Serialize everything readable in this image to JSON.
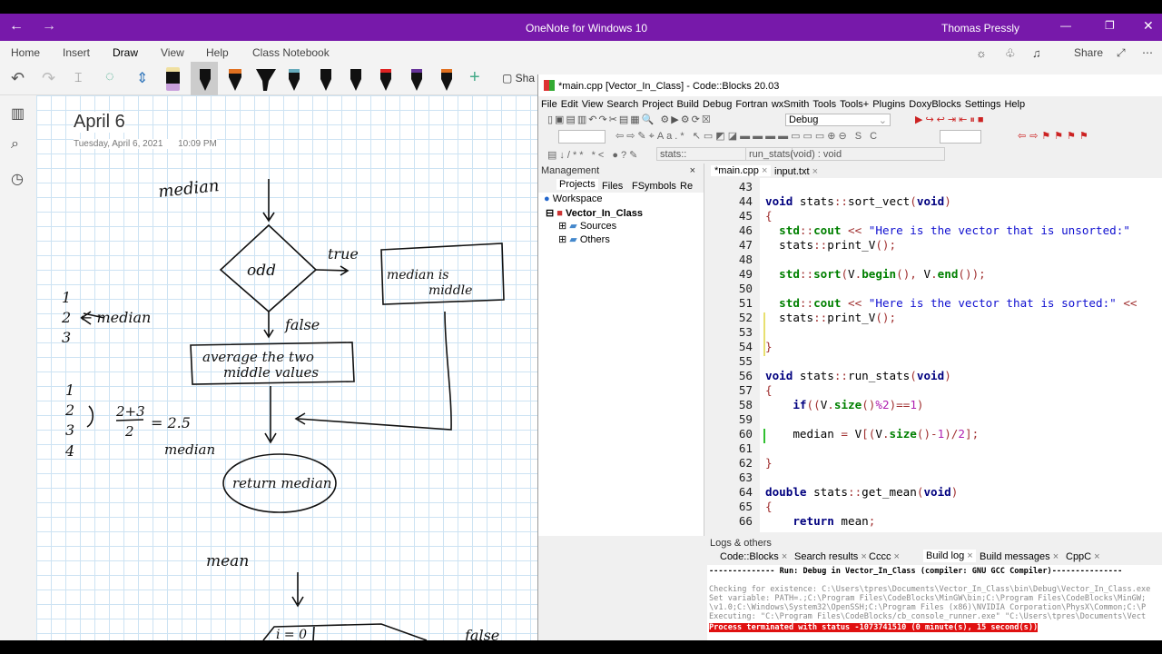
{
  "onenote": {
    "title": "OneNote for Windows 10",
    "user": "Thomas Pressly",
    "share_label": "Share",
    "tabs": [
      "Home",
      "Insert",
      "Draw",
      "View",
      "Help",
      "Class Notebook"
    ],
    "active_tab": "Draw",
    "shapes_label": "Sha",
    "note": {
      "title": "April 6",
      "date": "Tuesday, April 6, 2021",
      "time": "10:09 PM",
      "ink": {
        "median_top": "median",
        "odd": "odd",
        "true": "true",
        "median_is": "median is",
        "middle": "middle",
        "false": "false",
        "average1": "average the two",
        "average2": "middle values",
        "return_median": "return median",
        "list1": [
          "1",
          "2",
          "3"
        ],
        "arrow_median": "← median",
        "list2": [
          "1",
          "2",
          "3",
          "4"
        ],
        "frac_num": "2+3",
        "frac_den": "2",
        "eq": "= 2.5",
        "median_low": "median",
        "mean": "mean",
        "i0": "i = 0",
        "false2": "false"
      }
    }
  },
  "codeblocks": {
    "title": "*main.cpp [Vector_In_Class] - Code::Blocks 20.03",
    "menu": [
      "File",
      "Edit",
      "View",
      "Search",
      "Project",
      "Build",
      "Debug",
      "Fortran",
      "wxSmith",
      "Tools",
      "Tools+",
      "Plugins",
      "DoxyBlocks",
      "Settings",
      "Help"
    ],
    "build_target": "Debug",
    "scope": "stats::",
    "function": "run_stats(void) : void",
    "management": {
      "title": "Management",
      "tabs": [
        "Projects",
        "Files",
        "FSymbols",
        "Re"
      ],
      "workspace": "Workspace",
      "project": "Vector_In_Class",
      "folders": [
        "Sources",
        "Others"
      ]
    },
    "editor_tabs": [
      "*main.cpp",
      "input.txt"
    ],
    "code": [
      {
        "n": "43",
        "t": []
      },
      {
        "n": "44",
        "t": [
          [
            "kw",
            "void"
          ],
          [
            "pl",
            " stats"
          ],
          [
            "op",
            "::"
          ],
          [
            "pl",
            "sort_vect"
          ],
          [
            "op",
            "("
          ],
          [
            "kw",
            "void"
          ],
          [
            "op",
            ")"
          ]
        ]
      },
      {
        "n": "45",
        "t": [
          [
            "op",
            "{"
          ]
        ]
      },
      {
        "n": "46",
        "t": [
          [
            "pl",
            "  "
          ],
          [
            "lib",
            "std"
          ],
          [
            "op",
            "::"
          ],
          [
            "lib",
            "cout"
          ],
          [
            "op",
            " << "
          ],
          [
            "str",
            "\"Here is the vector that is unsorted:\""
          ]
        ]
      },
      {
        "n": "47",
        "t": [
          [
            "pl",
            "  stats"
          ],
          [
            "op",
            "::"
          ],
          [
            "pl",
            "print_V"
          ],
          [
            "op",
            "();"
          ]
        ]
      },
      {
        "n": "48",
        "t": []
      },
      {
        "n": "49",
        "t": [
          [
            "pl",
            "  "
          ],
          [
            "lib",
            "std"
          ],
          [
            "op",
            "::"
          ],
          [
            "lib",
            "sort"
          ],
          [
            "op",
            "("
          ],
          [
            "pl",
            "V"
          ],
          [
            "op",
            "."
          ],
          [
            "lib",
            "begin"
          ],
          [
            "op",
            "(), "
          ],
          [
            "pl",
            "V"
          ],
          [
            "op",
            "."
          ],
          [
            "lib",
            "end"
          ],
          [
            "op",
            "());"
          ]
        ]
      },
      {
        "n": "50",
        "t": []
      },
      {
        "n": "51",
        "t": [
          [
            "pl",
            "  "
          ],
          [
            "lib",
            "std"
          ],
          [
            "op",
            "::"
          ],
          [
            "lib",
            "cout"
          ],
          [
            "op",
            " << "
          ],
          [
            "str",
            "\"Here is the vector that is sorted:\""
          ],
          [
            "op",
            " <<"
          ]
        ]
      },
      {
        "n": "52",
        "t": [
          [
            "pl",
            "  stats"
          ],
          [
            "op",
            "::"
          ],
          [
            "pl",
            "print_V"
          ],
          [
            "op",
            "();"
          ]
        ]
      },
      {
        "n": "53",
        "t": []
      },
      {
        "n": "54",
        "t": [
          [
            "op",
            "}"
          ]
        ]
      },
      {
        "n": "55",
        "t": []
      },
      {
        "n": "56",
        "t": [
          [
            "kw",
            "void"
          ],
          [
            "pl",
            " stats"
          ],
          [
            "op",
            "::"
          ],
          [
            "pl",
            "run_stats"
          ],
          [
            "op",
            "("
          ],
          [
            "kw",
            "void"
          ],
          [
            "op",
            ")"
          ]
        ]
      },
      {
        "n": "57",
        "t": [
          [
            "op",
            "{"
          ]
        ]
      },
      {
        "n": "58",
        "t": [
          [
            "pl",
            "    "
          ],
          [
            "kw",
            "if"
          ],
          [
            "op",
            "(("
          ],
          [
            "pl",
            "V"
          ],
          [
            "op",
            "."
          ],
          [
            "lib",
            "size"
          ],
          [
            "op",
            "()"
          ],
          [
            "num",
            "%2"
          ],
          [
            "op",
            ")=="
          ],
          [
            "num",
            "1"
          ],
          [
            "op",
            ")"
          ]
        ]
      },
      {
        "n": "59",
        "t": []
      },
      {
        "n": "60",
        "t": [
          [
            "pl",
            "    median "
          ],
          [
            "op",
            "= "
          ],
          [
            "pl",
            "V"
          ],
          [
            "op",
            "[("
          ],
          [
            "pl",
            "V"
          ],
          [
            "op",
            "."
          ],
          [
            "lib",
            "size"
          ],
          [
            "op",
            "()-"
          ],
          [
            "num",
            "1"
          ],
          [
            "op",
            ")/"
          ],
          [
            "num",
            "2"
          ],
          [
            "op",
            "];"
          ]
        ]
      },
      {
        "n": "61",
        "t": []
      },
      {
        "n": "62",
        "t": [
          [
            "op",
            "}"
          ]
        ]
      },
      {
        "n": "63",
        "t": []
      },
      {
        "n": "64",
        "t": [
          [
            "kw",
            "double"
          ],
          [
            "pl",
            " stats"
          ],
          [
            "op",
            "::"
          ],
          [
            "pl",
            "get_mean"
          ],
          [
            "op",
            "("
          ],
          [
            "kw",
            "void"
          ],
          [
            "op",
            ")"
          ]
        ]
      },
      {
        "n": "65",
        "t": [
          [
            "op",
            "{"
          ]
        ]
      },
      {
        "n": "66",
        "t": [
          [
            "pl",
            "    "
          ],
          [
            "kw",
            "return"
          ],
          [
            "pl",
            " mean"
          ],
          [
            "op",
            ";"
          ]
        ]
      }
    ],
    "logs": {
      "title": "Logs & others",
      "tabs": [
        "Code::Blocks",
        "Search results",
        "Cccc",
        "Build log",
        "Build messages",
        "CppC"
      ],
      "active_tab": "Build log",
      "lines": [
        "-------------- Run: Debug in Vector_In_Class (compiler: GNU GCC Compiler)---------------",
        "",
        "Checking for existence: C:\\Users\\tpres\\Documents\\Vector_In_Class\\bin\\Debug\\Vector_In_Class.exe",
        "Set variable: PATH=.;C:\\Program Files\\CodeBlocks\\MinGW\\bin;C:\\Program Files\\CodeBlocks\\MinGW;",
        "\\v1.0;C:\\Windows\\System32\\OpenSSH;C:\\Program Files (x86)\\NVIDIA Corporation\\PhysX\\Common;C:\\P",
        "Executing: \"C:\\Program Files\\CodeBlocks/cb_console_runner.exe\" \"C:\\Users\\tpres\\Documents\\Vect"
      ],
      "error": "Process terminated with status -1073741510 (0 minute(s), 15 second(s))"
    }
  },
  "colors": {
    "onenote_purple": "#7719aa",
    "error_red": "#e01010"
  }
}
